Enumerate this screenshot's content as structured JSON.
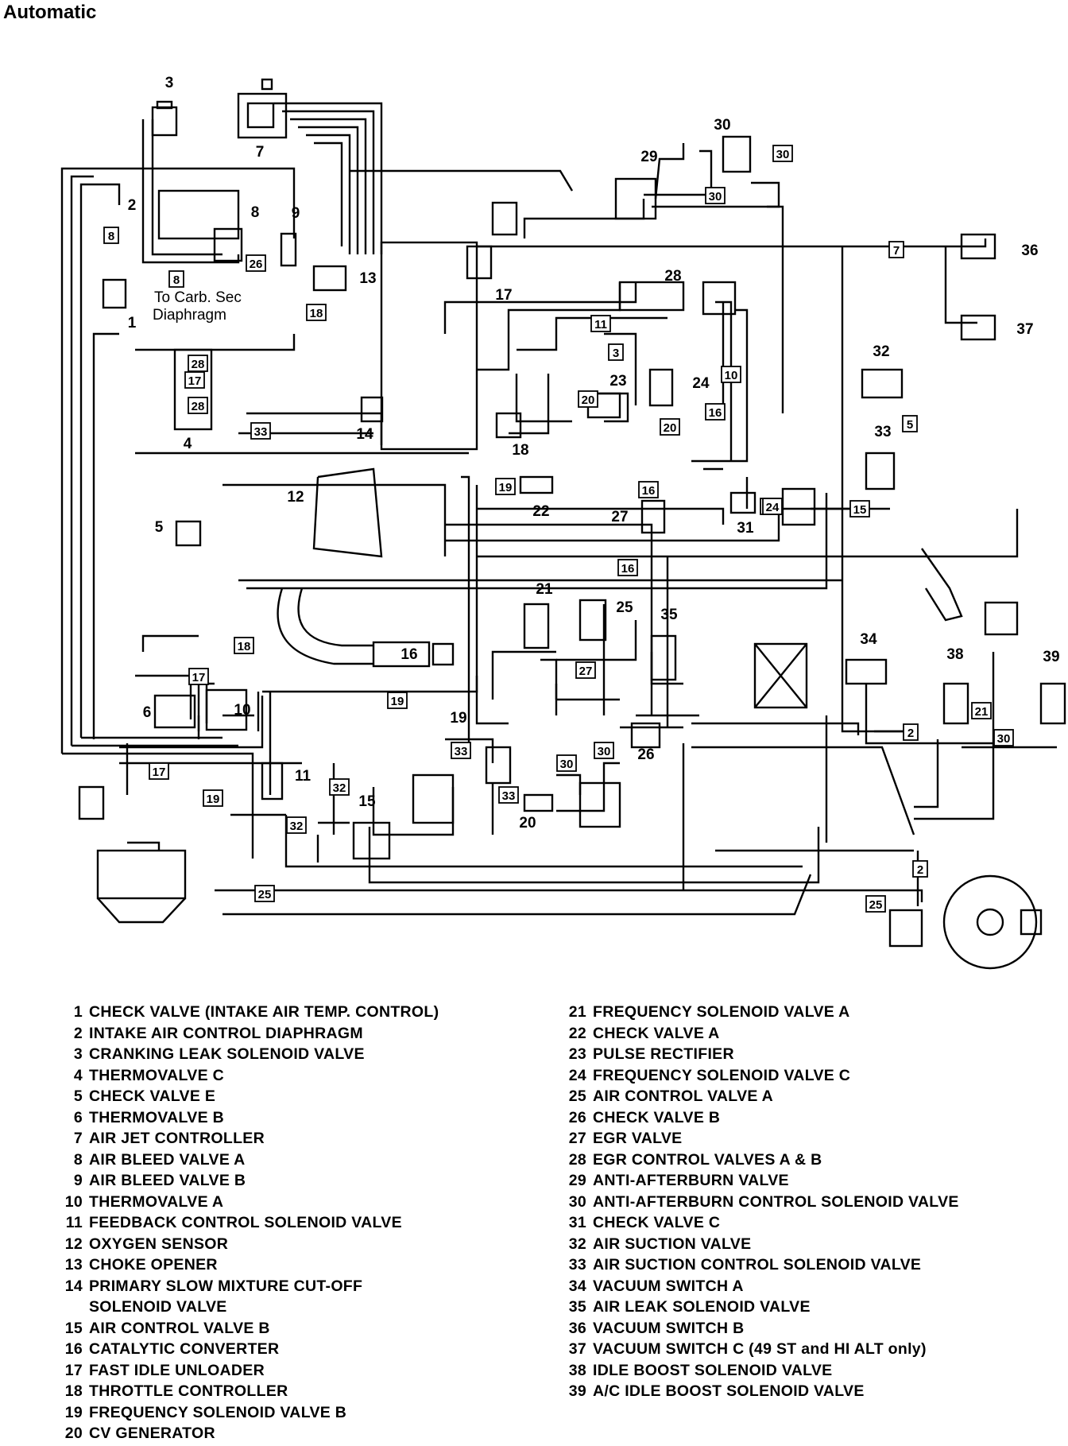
{
  "title": "Automatic",
  "callouts": [
    "1",
    "2",
    "3",
    "4",
    "5",
    "6",
    "7",
    "8",
    "9",
    "10",
    "11",
    "12",
    "13",
    "14",
    "15",
    "16",
    "17",
    "18",
    "19",
    "20",
    "21",
    "22",
    "23",
    "24",
    "25",
    "26",
    "27",
    "28",
    "29",
    "30",
    "31",
    "32",
    "33",
    "34",
    "35",
    "36",
    "37",
    "38",
    "39"
  ],
  "hose_tags": [
    "2",
    "3",
    "5",
    "7",
    "8",
    "10",
    "11",
    "15",
    "16",
    "17",
    "18",
    "19",
    "20",
    "21",
    "24",
    "25",
    "26",
    "27",
    "28",
    "30",
    "32",
    "33"
  ],
  "annotation": {
    "line1": "To Carb. Sec",
    "line2": "Diaphragm"
  },
  "legend_left": [
    {
      "num": "1",
      "text": "CHECK VALVE (INTAKE AIR TEMP. CONTROL)"
    },
    {
      "num": "2",
      "text": "INTAKE AIR CONTROL DIAPHRAGM"
    },
    {
      "num": "3",
      "text": "CRANKING LEAK SOLENOID VALVE"
    },
    {
      "num": "4",
      "text": "THERMOVALVE C"
    },
    {
      "num": "5",
      "text": "CHECK VALVE E"
    },
    {
      "num": "6",
      "text": "THERMOVALVE B"
    },
    {
      "num": "7",
      "text": "AIR JET CONTROLLER"
    },
    {
      "num": "8",
      "text": "AIR BLEED VALVE A"
    },
    {
      "num": "9",
      "text": "AIR BLEED VALVE B"
    },
    {
      "num": "10",
      "text": "THERMOVALVE A"
    },
    {
      "num": "11",
      "text": "FEEDBACK CONTROL SOLENOID VALVE"
    },
    {
      "num": "12",
      "text": "OXYGEN SENSOR"
    },
    {
      "num": "13",
      "text": "CHOKE OPENER"
    },
    {
      "num": "14",
      "text": "PRIMARY SLOW MIXTURE CUT-OFF"
    },
    {
      "num": "",
      "text": "SOLENOID VALVE"
    },
    {
      "num": "15",
      "text": "AIR CONTROL VALVE B"
    },
    {
      "num": "16",
      "text": "CATALYTIC CONVERTER"
    },
    {
      "num": "17",
      "text": "FAST IDLE UNLOADER"
    },
    {
      "num": "18",
      "text": "THROTTLE CONTROLLER"
    },
    {
      "num": "19",
      "text": "FREQUENCY SOLENOID VALVE B"
    },
    {
      "num": "20",
      "text": "CV GENERATOR"
    }
  ],
  "legend_right": [
    {
      "num": "21",
      "text": "FREQUENCY SOLENOID VALVE A"
    },
    {
      "num": "22",
      "text": "CHECK VALVE A"
    },
    {
      "num": "23",
      "text": "PULSE RECTIFIER"
    },
    {
      "num": "24",
      "text": "FREQUENCY SOLENOID VALVE C"
    },
    {
      "num": "25",
      "text": "AIR CONTROL VALVE A"
    },
    {
      "num": "26",
      "text": "CHECK VALVE B"
    },
    {
      "num": "27",
      "text": "EGR VALVE"
    },
    {
      "num": "28",
      "text": "EGR CONTROL VALVES A & B"
    },
    {
      "num": "29",
      "text": "ANTI-AFTERBURN VALVE"
    },
    {
      "num": "30",
      "text": "ANTI-AFTERBURN CONTROL SOLENOID VALVE"
    },
    {
      "num": "31",
      "text": "CHECK VALVE C"
    },
    {
      "num": "32",
      "text": "AIR SUCTION VALVE"
    },
    {
      "num": "33",
      "text": "AIR SUCTION CONTROL SOLENOID VALVE"
    },
    {
      "num": "34",
      "text": "VACUUM SWITCH A"
    },
    {
      "num": "35",
      "text": "AIR LEAK SOLENOID VALVE"
    },
    {
      "num": "36",
      "text": "VACUUM SWITCH B"
    },
    {
      "num": "37",
      "text": "VACUUM SWITCH C (49 ST and HI ALT only)"
    },
    {
      "num": "38",
      "text": "IDLE BOOST SOLENOID VALVE"
    },
    {
      "num": "39",
      "text": "A/C IDLE BOOST SOLENOID VALVE"
    }
  ]
}
